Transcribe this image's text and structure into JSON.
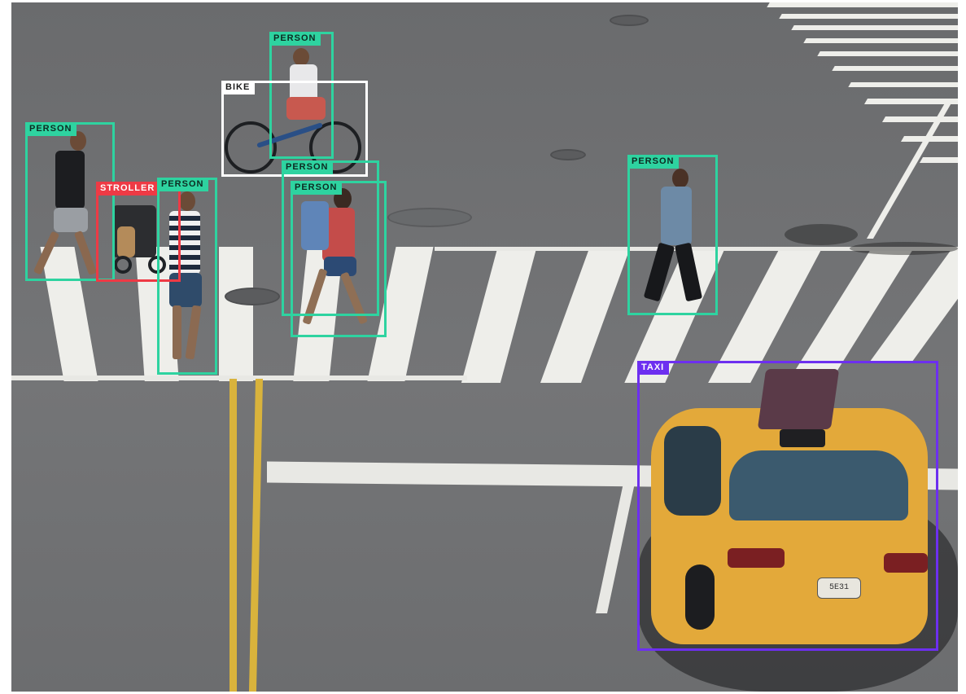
{
  "detections": [
    {
      "label": "PERSON",
      "class": "person",
      "color": "#2ed3a0"
    },
    {
      "label": "BIKE",
      "class": "bike",
      "color": "#ffffff"
    },
    {
      "label": "PERSON",
      "class": "person",
      "color": "#2ed3a0"
    },
    {
      "label": "STROLLER",
      "class": "stroller",
      "color": "#ee3a45"
    },
    {
      "label": "PERSON",
      "class": "person",
      "color": "#2ed3a0"
    },
    {
      "label": "PERSON",
      "class": "person",
      "color": "#2ed3a0"
    },
    {
      "label": "PERSON",
      "class": "person",
      "color": "#2ed3a0"
    },
    {
      "label": "PERSON",
      "class": "person",
      "color": "#2ed3a0"
    },
    {
      "label": "TAXI",
      "class": "taxi",
      "color": "#6d2ff0"
    }
  ],
  "taxi_plate": "5E31"
}
